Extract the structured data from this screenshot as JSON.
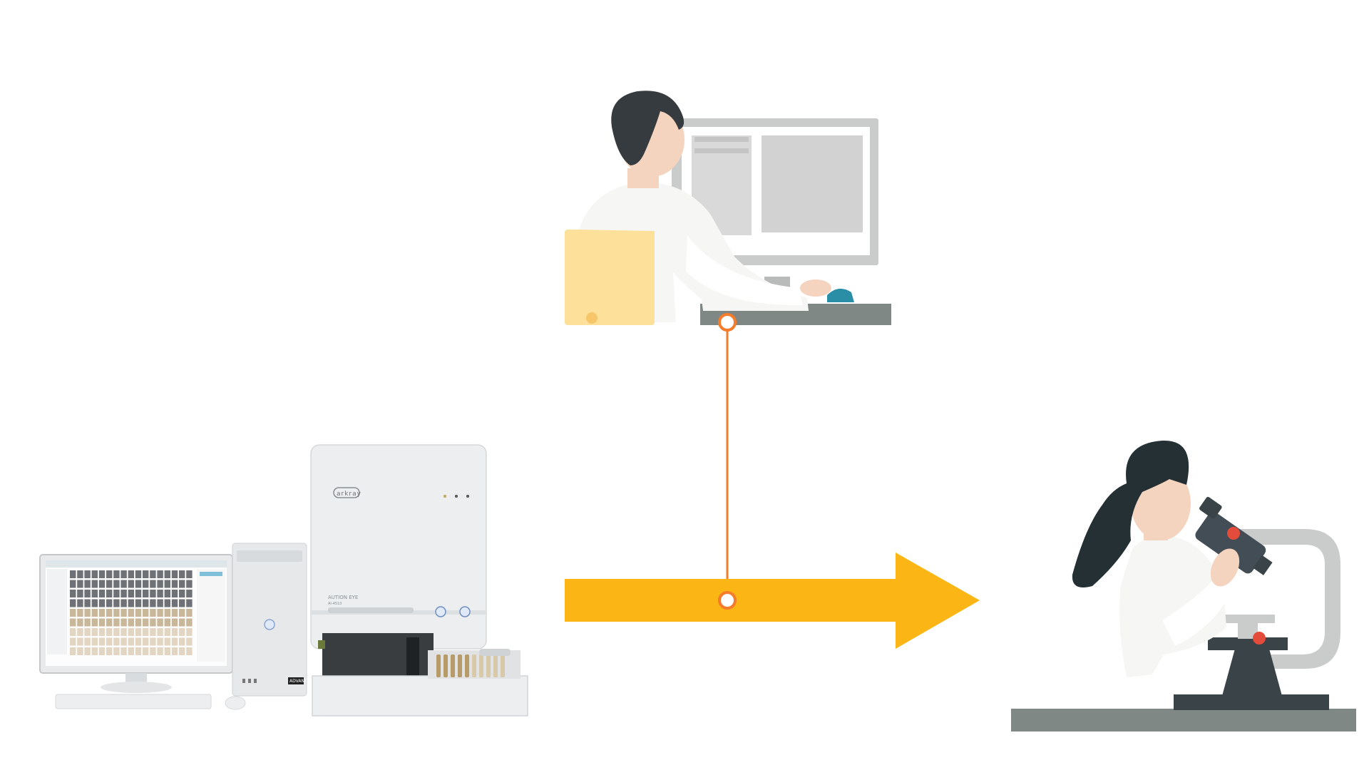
{
  "analyzer": {
    "brand_label": "arkray",
    "model_label": "AUTION EYE",
    "model_code": "AI-4510",
    "pc_badge": "ADVANTECH"
  },
  "colors": {
    "arrow": "#fbb615",
    "connector": "#f47c2a",
    "desk": "#7f8884",
    "monitor_frame": "#c9ccca",
    "hair": "#2e3437"
  }
}
